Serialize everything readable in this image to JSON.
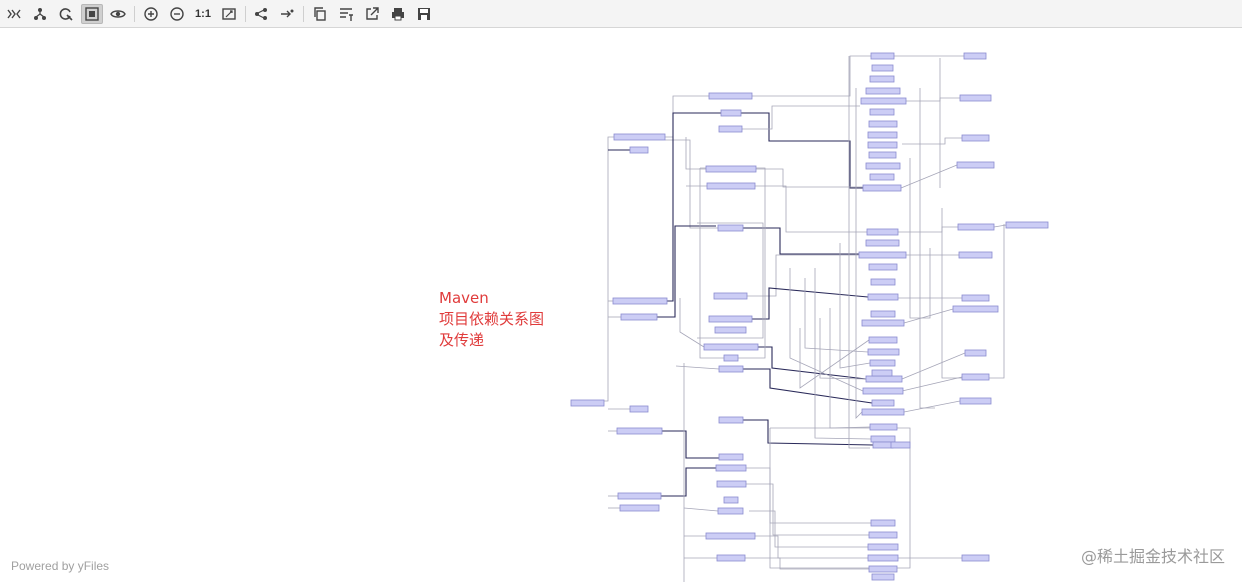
{
  "toolbar": {
    "buttons": [
      {
        "name": "collapse-all-icon",
        "active": false
      },
      {
        "name": "hierarchy-layout-icon",
        "active": false
      },
      {
        "name": "refresh-layout-icon",
        "active": false
      },
      {
        "name": "fit-content-icon",
        "active": true
      },
      {
        "name": "eye-icon",
        "active": false
      },
      {
        "name": "zoom-in-icon",
        "active": false
      },
      {
        "name": "zoom-out-icon",
        "active": false
      },
      {
        "name": "actual-size-icon",
        "label": "1:1",
        "active": false
      },
      {
        "name": "fit-page-icon",
        "active": false
      },
      {
        "name": "show-neighbors-icon",
        "active": false
      },
      {
        "name": "show-paths-icon",
        "active": false
      },
      {
        "name": "copy-icon",
        "active": false
      },
      {
        "name": "text-filter-icon",
        "active": false
      },
      {
        "name": "export-icon",
        "active": false
      },
      {
        "name": "print-icon",
        "active": false
      },
      {
        "name": "save-icon",
        "active": false
      }
    ]
  },
  "annotation": {
    "line1": "Maven",
    "line2": "项目依赖关系图",
    "line3": "及传递"
  },
  "footer": {
    "powered_by": "Powered by yFiles",
    "watermark": "@稀土掘金技术社区"
  },
  "colors": {
    "node_fill": "#cccdf5",
    "node_stroke": "#8a8ccf",
    "edge_light": "#a6a6b8",
    "edge_dark": "#2a2a5a",
    "annotation": "#e03b3b"
  }
}
